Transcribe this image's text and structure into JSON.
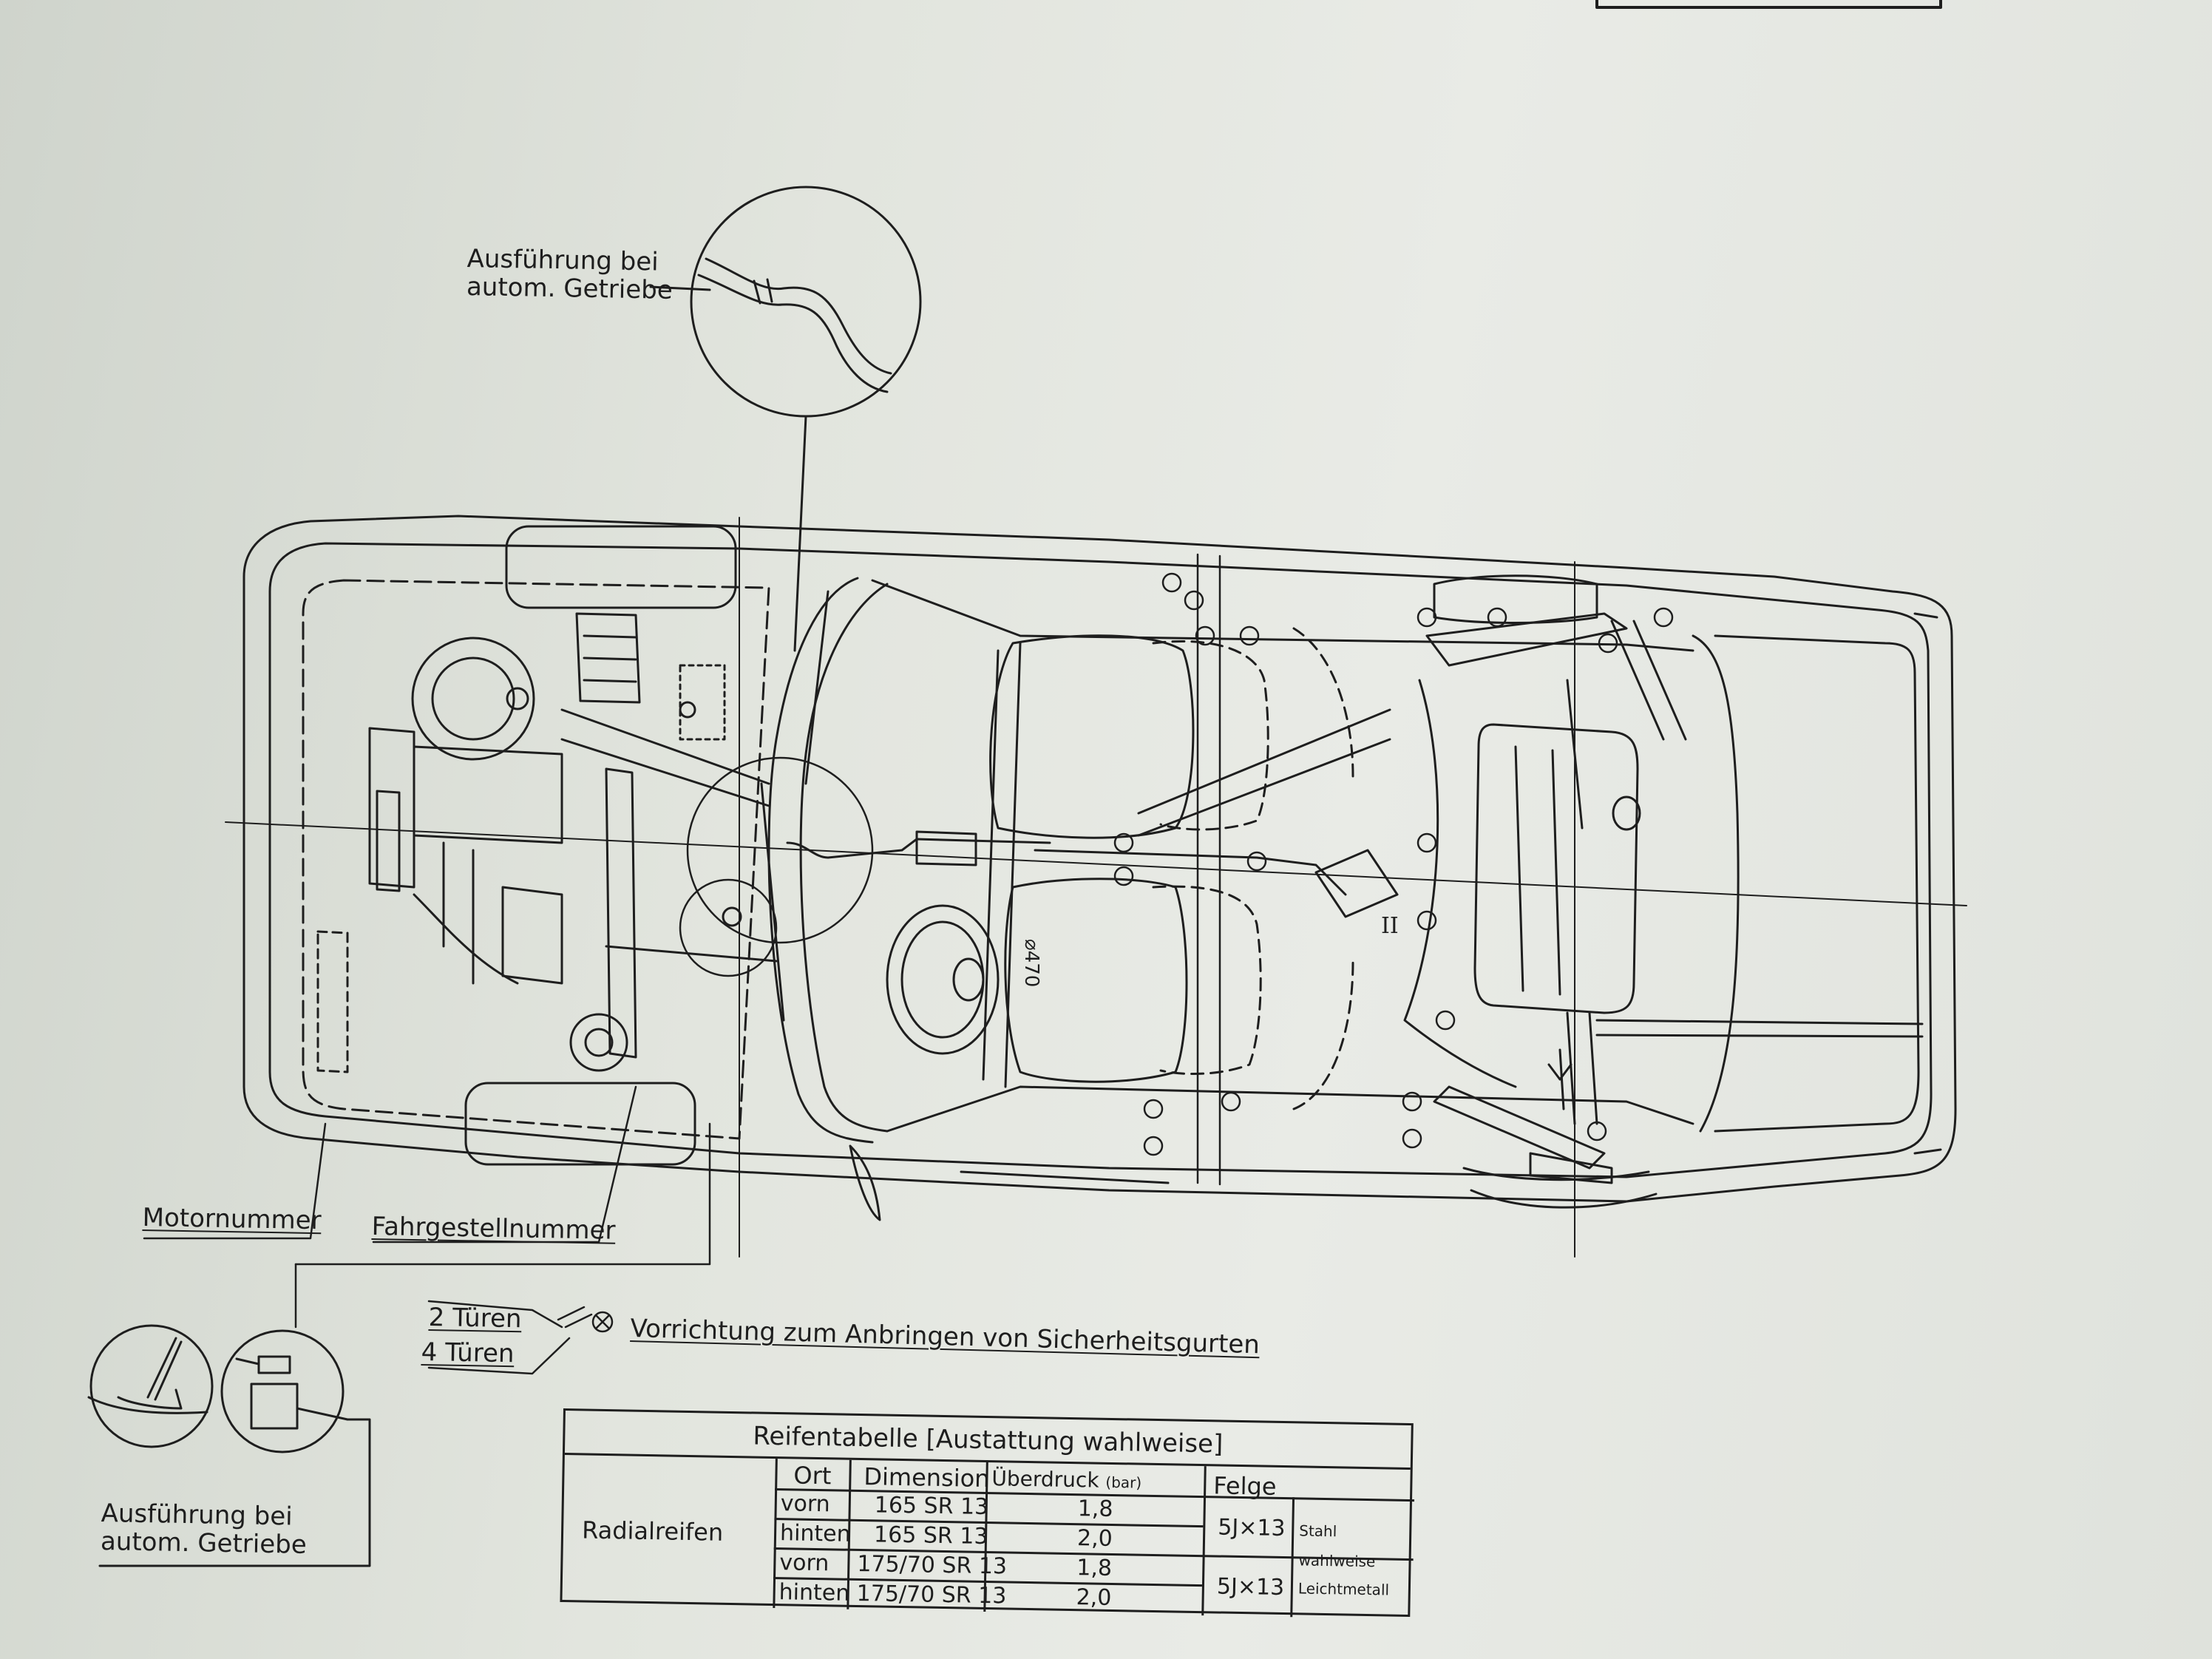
{
  "labels": {
    "detail_top": [
      "Ausführung bei",
      "autom. Getriebe"
    ],
    "motornummer": "Motornummer",
    "fahrgestellnummer": "Fahrgestellnummer",
    "detail_bottom": [
      "Ausführung bei",
      "autom. Getriebe"
    ],
    "doors_2": "2 Türen",
    "doors_4": "4 Türen",
    "belt_legend": "Vorrichtung zum Anbringen von Sicherheitsgurten",
    "roman_two": "II",
    "diameter_mark": "⌀470"
  },
  "tire_table": {
    "title": "Reifentabelle [Austattung wahlweise]",
    "row_header": "Radialreifen",
    "columns": {
      "ort": "Ort",
      "dimension": "Dimension",
      "ueberdruck": "Überdruck",
      "ueberdruck_unit": "(bar)",
      "felge": "Felge"
    },
    "rows": [
      {
        "ort": "vorn",
        "dimension": "165 SR 13",
        "druck": "1,8"
      },
      {
        "ort": "hinten",
        "dimension": "165 SR 13",
        "druck": "2,0"
      },
      {
        "ort": "vorn",
        "dimension": "175/70 SR 13",
        "druck": "1,8"
      },
      {
        "ort": "hinten",
        "dimension": "175/70 SR 13",
        "druck": "2,0"
      }
    ],
    "rims": [
      {
        "size": "5J×13",
        "material": "Stahl"
      },
      {
        "size": "5J×13",
        "material": "Leichtmetall"
      }
    ],
    "rim_note": "wahlweise"
  },
  "colors": {
    "ink": "#1e1e1e",
    "paper": "#e4e7e0"
  }
}
